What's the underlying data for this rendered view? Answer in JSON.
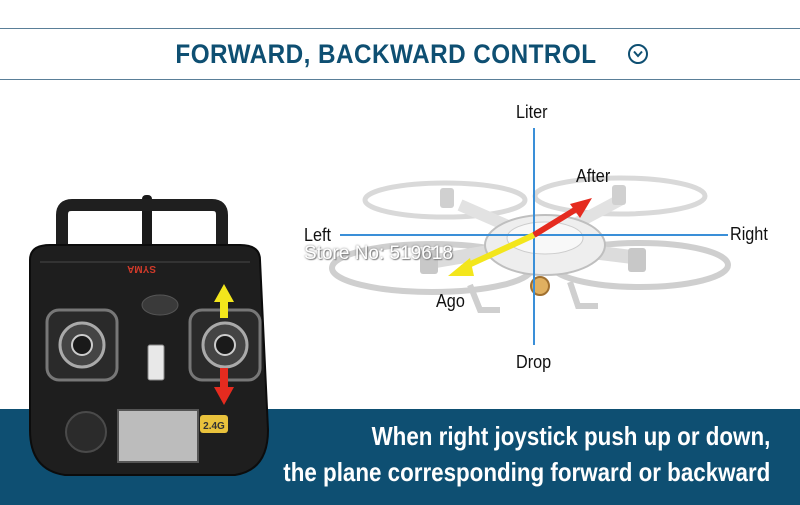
{
  "header": {
    "title": "FORWARD, BACKWARD CONTROL",
    "icon": "chevron-down-circle-icon"
  },
  "directions": {
    "up": "Liter",
    "down": "Drop",
    "left": "Left",
    "right": "Right",
    "forward": "After",
    "backward": "Ago"
  },
  "watermark": "Store No: 519618",
  "remote": {
    "brand": "SYMA",
    "band": "2.4G"
  },
  "caption": {
    "line1": "When right joystick push up or down,",
    "line2": "the plane corresponding forward or backward"
  },
  "colors": {
    "brand_blue": "#0e4f72",
    "axis_blue": "#3a8fd8",
    "arrow_red": "#e52b1f",
    "arrow_yellow": "#f3e61c"
  }
}
